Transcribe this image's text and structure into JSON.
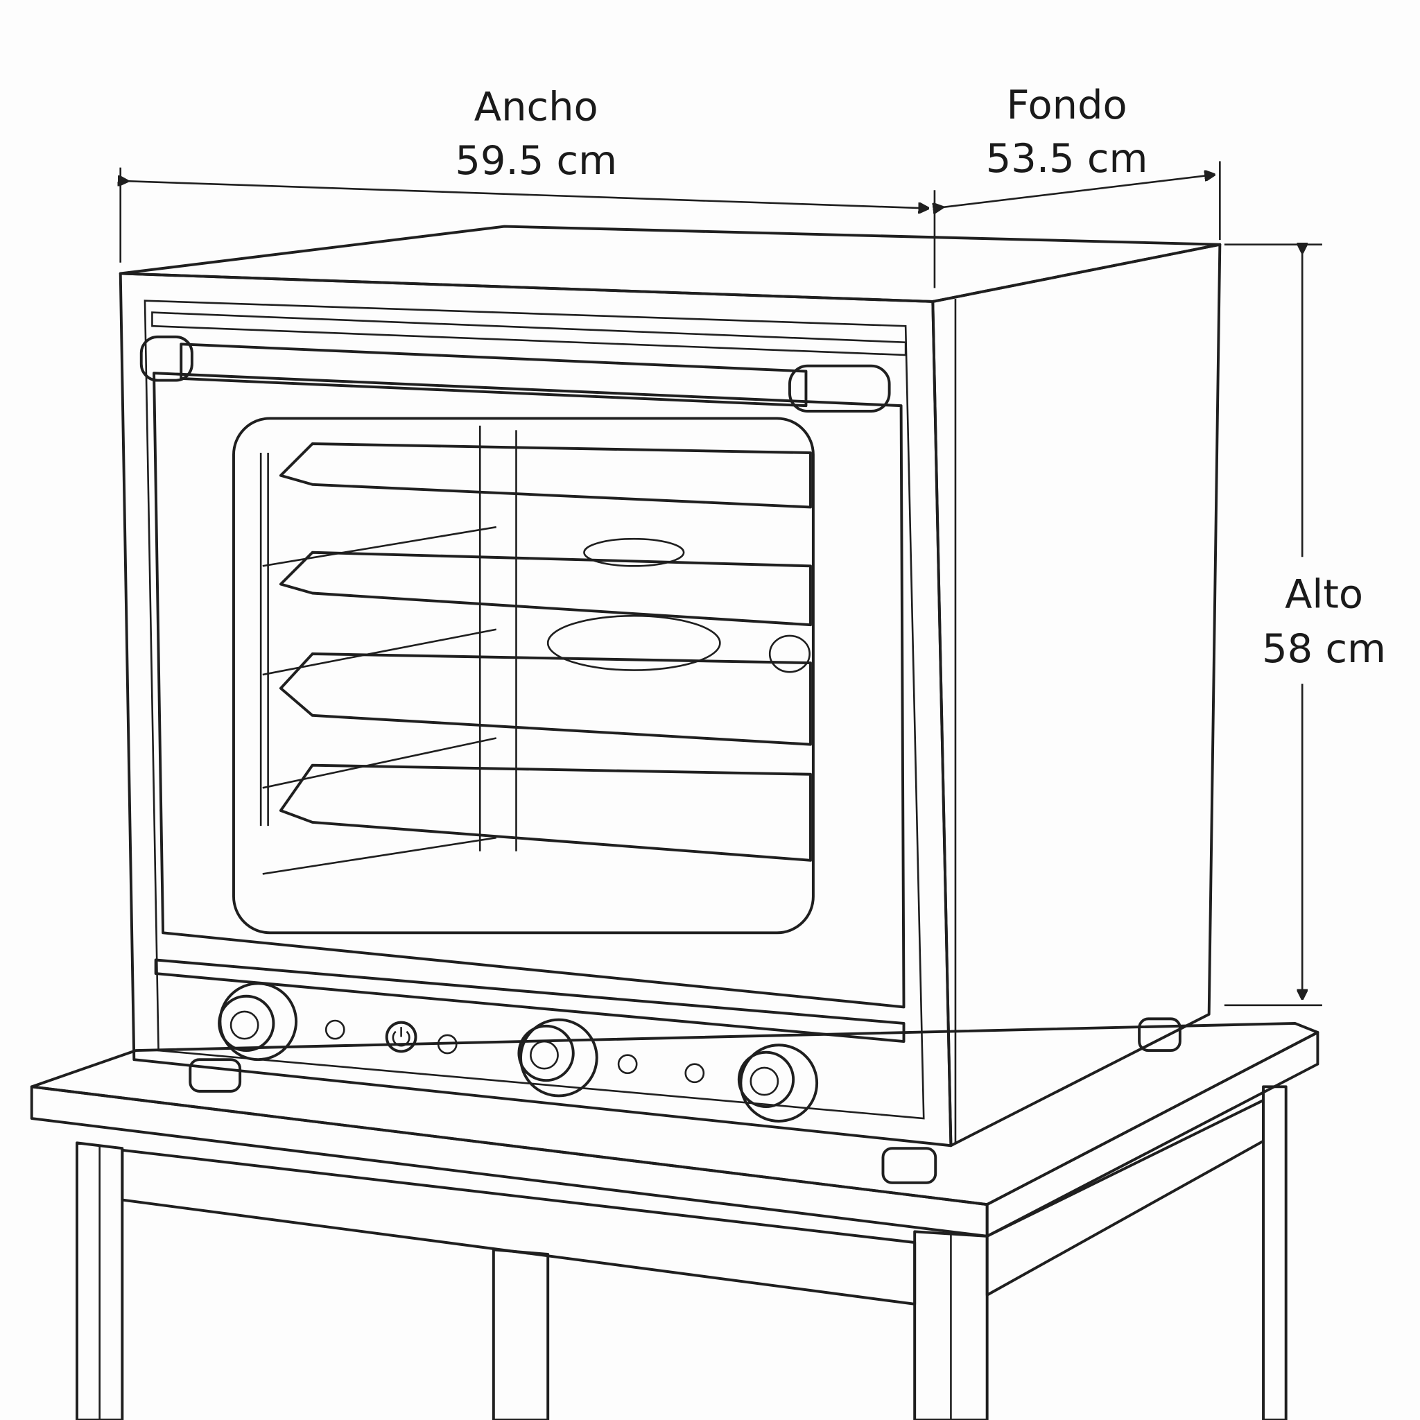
{
  "dimensions": {
    "width": {
      "label": "Ancho",
      "value": "59.5 cm"
    },
    "depth": {
      "label": "Fondo",
      "value": "53.5 cm"
    },
    "height": {
      "label": "Alto",
      "value": "58 cm"
    }
  },
  "colors": {
    "line": "#1f1f1f",
    "metal": "#e4e4e4",
    "side": "#dadada",
    "door_glass_frame": "#5a5a5a",
    "interior": "#eeeeee"
  }
}
